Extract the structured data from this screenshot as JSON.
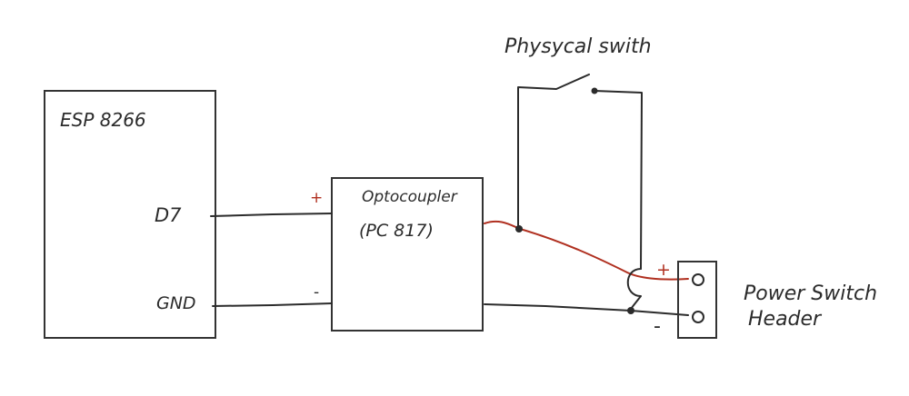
{
  "labels": {
    "mcu": "ESP 8266",
    "pin_d7": "D7",
    "pin_gnd": "GND",
    "optocoupler_line1": "Optocoupler",
    "optocoupler_line2": "(PC 817)",
    "physical_switch": "Physycal swith",
    "power_header_line1": "Power Switch",
    "power_header_line2": "Header",
    "plus": "+",
    "minus": "-"
  },
  "colors": {
    "ink": "#2b2b2b",
    "positive": "#b03020"
  }
}
